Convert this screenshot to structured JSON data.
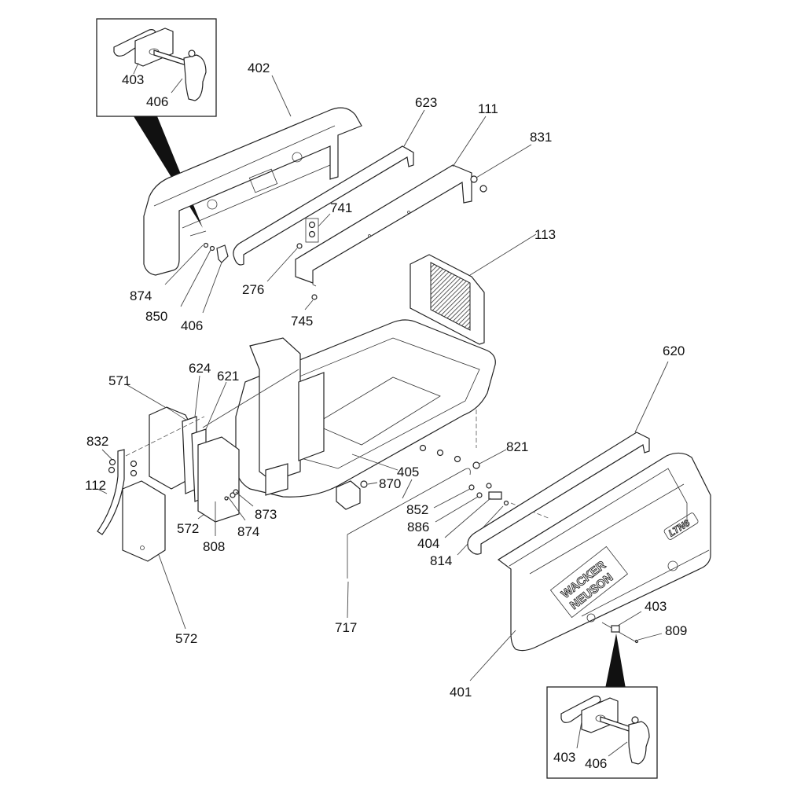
{
  "diagram": {
    "title": "",
    "type": "exploded-parts-diagram",
    "brand_logo": {
      "line1": "WACKER",
      "line2": "NEUSON"
    },
    "model_badge": "LTN6",
    "callouts": {
      "c402": "402",
      "c403_inset_top": "403",
      "c406_inset_top": "406",
      "c623": "623",
      "c111": "111",
      "c831": "831",
      "c741": "741",
      "c113": "113",
      "c874_top": "874",
      "c850": "850",
      "c406_main": "406",
      "c276": "276",
      "c745": "745",
      "c620": "620",
      "c571": "571",
      "c624": "624",
      "c621": "621",
      "c832": "832",
      "c112": "112",
      "c572_mid": "572",
      "c808": "808",
      "c874_mid": "874",
      "c873": "873",
      "c572_low": "572",
      "c870": "870",
      "c405": "405",
      "c821": "821",
      "c852": "852",
      "c886": "886",
      "c404": "404",
      "c814": "814",
      "c717": "717",
      "c403_main": "403",
      "c809": "809",
      "c401": "401",
      "c403_inset_bottom": "403",
      "c406_inset_bottom": "406"
    }
  }
}
